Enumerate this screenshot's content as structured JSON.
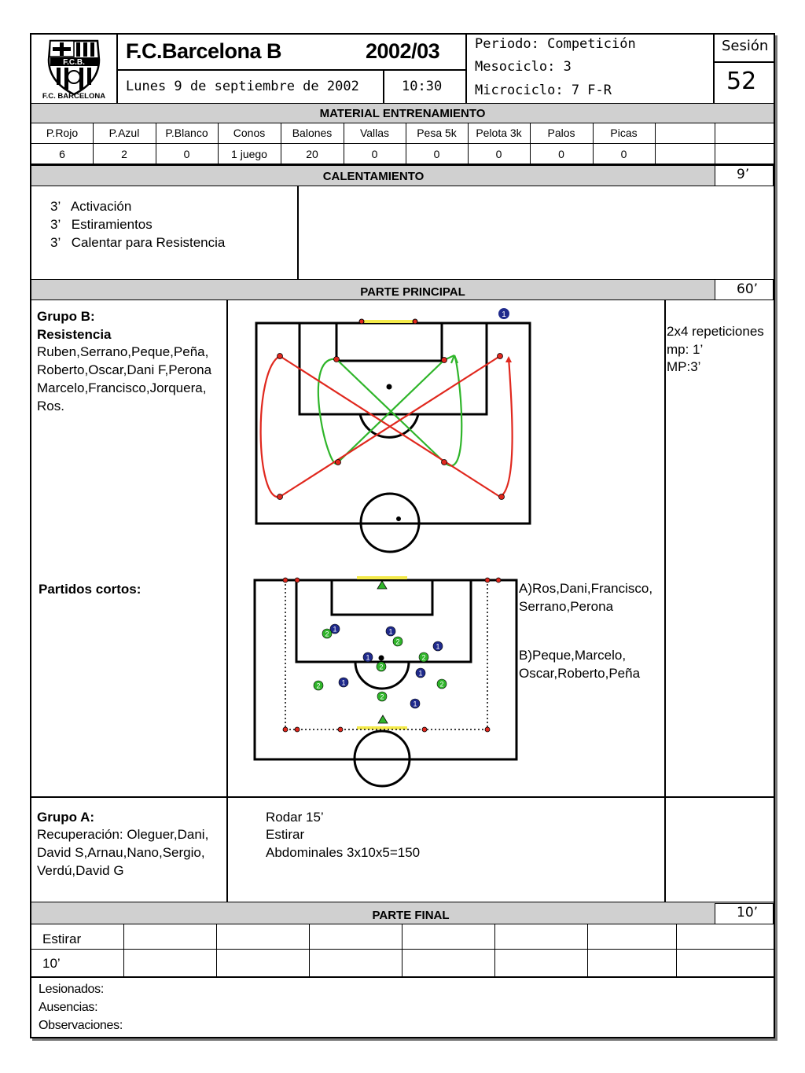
{
  "logo": {
    "monogram": "F.C.B.",
    "caption": "F.C. BARCELONA"
  },
  "header": {
    "team": "F.C.Barcelona B",
    "season": "2002/03",
    "date": "Lunes 9 de septiembre de 2002",
    "time": "10:30",
    "periodo": "Periodo: Competición",
    "mesociclo": "Mesociclo: 3",
    "microciclo": "Microciclo: 7  F-R",
    "session_label": "Sesión",
    "session_number": "52"
  },
  "material": {
    "title": "MATERIAL ENTRENAMIENTO",
    "headers": [
      "P.Rojo",
      "P.Azul",
      "P.Blanco",
      "Conos",
      "Balones",
      "Vallas",
      "Pesa 5k",
      "Pelota 3k",
      "Palos",
      "Picas",
      "",
      ""
    ],
    "values": [
      "6",
      "2",
      "0",
      "1 juego",
      "20",
      "0",
      "0",
      "0",
      "0",
      "0",
      "",
      ""
    ]
  },
  "calentamiento": {
    "title": "CALENTAMIENTO",
    "duration": "9’",
    "items": [
      "3’   Activación",
      "3’   Estiramientos",
      "3’   Calentar para Resistencia"
    ]
  },
  "principal": {
    "title": "PARTE  PRINCIPAL",
    "duration": "60’",
    "grupo_b_title": "Grupo B:",
    "grupo_b_subtitle": "Resistencia",
    "grupo_b_players": [
      "Ruben,Serrano,Peque,Peña,",
      "Roberto,Oscar,Dani F,Perona",
      "Marcelo,Francisco,Jorquera,",
      "Ros."
    ],
    "resistencia_notes": [
      "2x4 repeticiones",
      "mp: 1’",
      "MP:3’"
    ],
    "partidos_title": "Partidos cortos:",
    "team_a": [
      "A)Ros,Dani,Francisco,",
      "Serrano,Perona"
    ],
    "team_b": [
      "B)Peque,Marcelo,",
      "Oscar,Roberto,Peña"
    ],
    "player_marker": "1",
    "player_marker_green": "2",
    "grupo_a_title": "Grupo A:",
    "grupo_a_players": [
      "Recuperación: Oleguer,Dani,",
      "David S,Arnau,Nano,Sergio,",
      "Verdú,David G"
    ],
    "grupo_a_tasks": [
      "Rodar 15’",
      "Estirar",
      "Abdominales 3x10x5=150"
    ]
  },
  "final": {
    "title": "PARTE FINAL",
    "duration": "10’",
    "row1": "Estirar",
    "row2": "10’"
  },
  "footer": {
    "lesionados": "Lesionados:",
    "ausencias": "Ausencias:",
    "observaciones": "Observaciones:"
  },
  "colors": {
    "red": "#e0281e",
    "green": "#2fb52a",
    "blue": "#1f2a8c",
    "band": "#d0d0d0",
    "yellow": "#f4ea4a"
  }
}
